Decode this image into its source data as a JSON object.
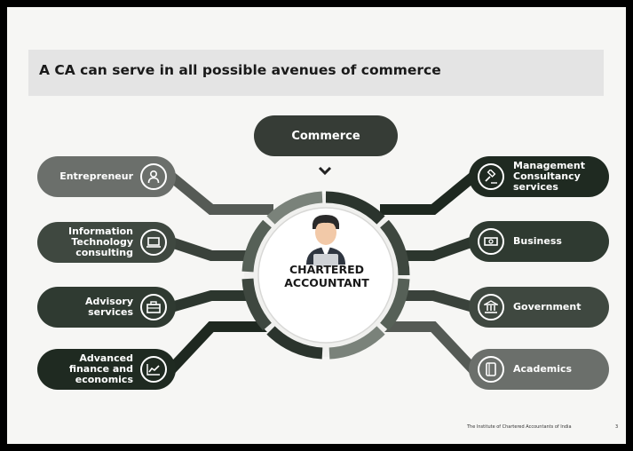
{
  "slide": {
    "title": "A CA can serve in all possible avenues of commerce",
    "footer": "The Institute of Chartered Accountants of India",
    "page_number": "3"
  },
  "diagram": {
    "top_node": "Commerce",
    "center_label_line1": "CHARTERED",
    "center_label_line2": "ACCOUNTANT",
    "left_nodes": [
      {
        "label": "Entrepreneur",
        "icon": "person-icon",
        "color": "#6b6f6b"
      },
      {
        "label": "Information Technology consulting",
        "icon": "laptop-icon",
        "color": "#3f4840"
      },
      {
        "label": "Advisory services",
        "icon": "briefcase-icon",
        "color": "#2f3a31"
      },
      {
        "label": "Advanced finance and economics",
        "icon": "chart-icon",
        "color": "#1f2a21"
      }
    ],
    "right_nodes": [
      {
        "label": "Management Consultancy services",
        "icon": "gavel-icon",
        "color": "#1f2a21"
      },
      {
        "label": "Business",
        "icon": "money-icon",
        "color": "#2f3a31"
      },
      {
        "label": "Government",
        "icon": "bank-icon",
        "color": "#3f4840"
      },
      {
        "label": "Academics",
        "icon": "book-icon",
        "color": "#6b6f6b"
      }
    ]
  }
}
